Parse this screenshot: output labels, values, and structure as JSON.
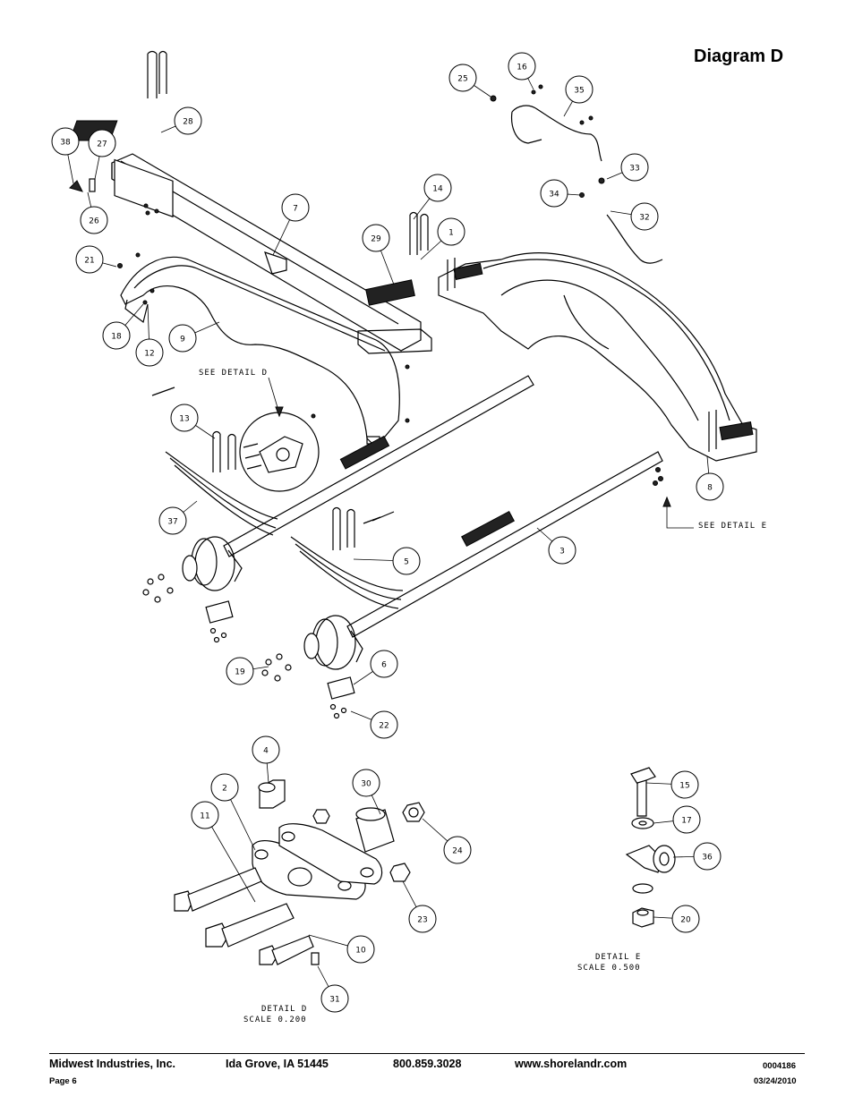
{
  "title": "Diagram D",
  "part_numbers": [
    "1",
    "2",
    "3",
    "4",
    "5",
    "6",
    "7",
    "8",
    "9",
    "10",
    "11",
    "12",
    "13",
    "14",
    "15",
    "16",
    "17",
    "18",
    "19",
    "20",
    "21",
    "22",
    "23",
    "24",
    "25",
    "26",
    "27",
    "28",
    "29",
    "30",
    "31",
    "32",
    "33",
    "34",
    "35",
    "36",
    "37",
    "38"
  ],
  "callouts": {
    "see_detail_d": "SEE DETAIL D",
    "see_detail_e": "SEE DETAIL E"
  },
  "detail_d": {
    "title": "DETAIL D",
    "scale": "SCALE 0.200"
  },
  "detail_e": {
    "title": "DETAIL E",
    "scale": "SCALE 0.500"
  },
  "footer": {
    "company": "Midwest Industries, Inc.",
    "location": "Ida Grove, IA  51445",
    "phone": "800.859.3028",
    "website": "www.shorelandr.com",
    "doc_number": "0004186",
    "page": "Page 6",
    "date": "03/24/2010"
  }
}
